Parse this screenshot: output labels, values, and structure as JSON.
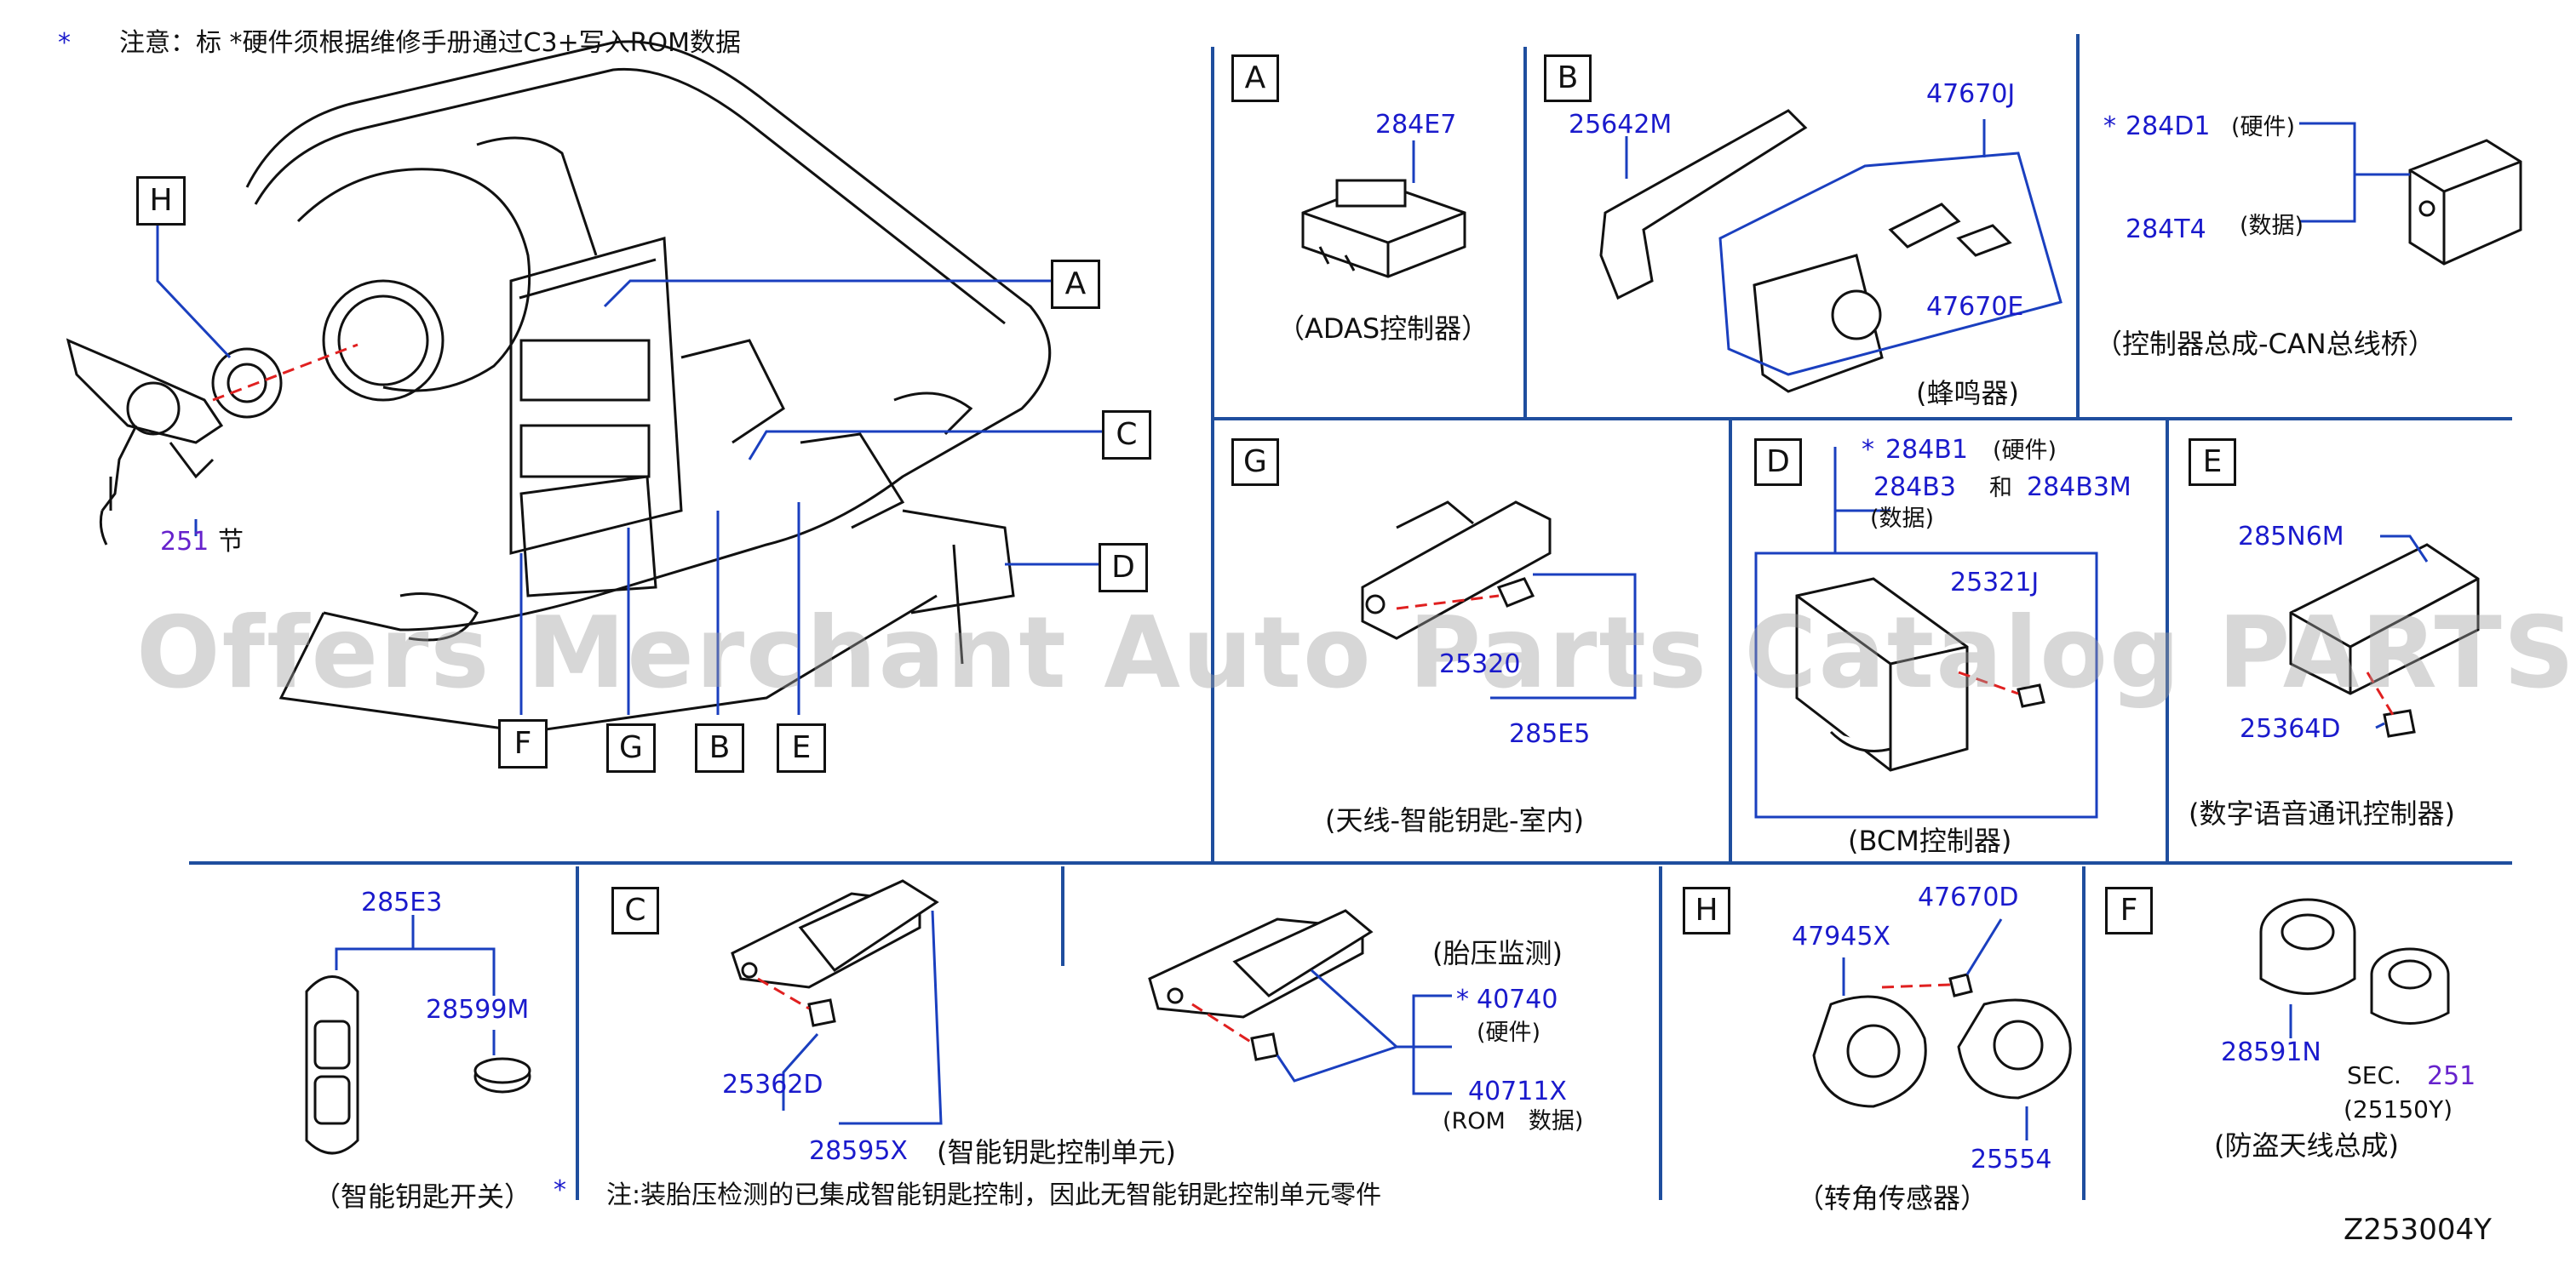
{
  "note_top": {
    "star": "*",
    "text": "注意：标 *硬件须根据维修手册通过C3+写入ROM数据"
  },
  "watermark": "Offers Merchant Auto Parts Catalog PARTSTORE.SA",
  "diagram_code": "Z253004Y",
  "main_view": {
    "callouts": [
      "A",
      "B",
      "C",
      "D",
      "E",
      "F",
      "G",
      "H"
    ],
    "part_251": "251",
    "part_251_suffix": "节"
  },
  "panel_A": {
    "letter": "A",
    "part": "284E7",
    "caption": "（ADAS控制器）"
  },
  "panel_B": {
    "letter": "B",
    "part_1": "25642M",
    "part_2": "47670J",
    "part_3": "47670E",
    "caption": "(蜂鸣器)"
  },
  "panel_can": {
    "star": "*",
    "part_1": "284D1",
    "part_1_note": "(硬件)",
    "part_2": "284T4",
    "part_2_note": "(数据)",
    "caption": "（控制器总成-CAN总线桥）"
  },
  "panel_G": {
    "letter": "G",
    "part_1": "25320",
    "part_2": "285E5",
    "caption": "(天线-智能钥匙-室内)"
  },
  "panel_D": {
    "letter": "D",
    "star": "*",
    "part_1": "284B1",
    "part_1_note": "(硬件)",
    "part_2": "284B3",
    "and": "和",
    "part_3": "284B3M",
    "part_2_note": "(数据)",
    "part_4": "25321J",
    "caption": "(BCM控制器)"
  },
  "panel_E": {
    "letter": "E",
    "part_1": "285N6M",
    "part_2": "25364D",
    "caption": "(数字语音通讯控制器)"
  },
  "panel_key": {
    "part_1": "285E3",
    "part_2": "28599M",
    "caption": "（智能钥匙开关）",
    "star": "*"
  },
  "panel_C": {
    "letter": "C",
    "part_1": "25362D",
    "part_2": "28595X",
    "caption_unit": "(智能钥匙控制单元)",
    "tpms_caption": "(胎压监测)",
    "star": "*",
    "part_3": "40740",
    "part_3_note": "(硬件)",
    "part_4": "40711X",
    "part_4_note": "(ROM　数据)",
    "footnote": "注:装胎压检测的已集成智能钥匙控制，因此无智能钥匙控制单元零件"
  },
  "panel_H": {
    "letter": "H",
    "part_1": "47945X",
    "part_2": "47670D",
    "part_3": "25554",
    "caption": "（转角传感器）"
  },
  "panel_F": {
    "letter": "F",
    "part_1": "28591N",
    "sec_label": "SEC.",
    "sec_num": "251",
    "sec_sub": "(25150Y)",
    "caption": "(防盗天线总成)"
  },
  "colors": {
    "frame": "#1f4e9e",
    "part_number": "#1a1acc",
    "leader": "#1a3fbf",
    "drawing": "#111111",
    "dash": "#e02020"
  }
}
